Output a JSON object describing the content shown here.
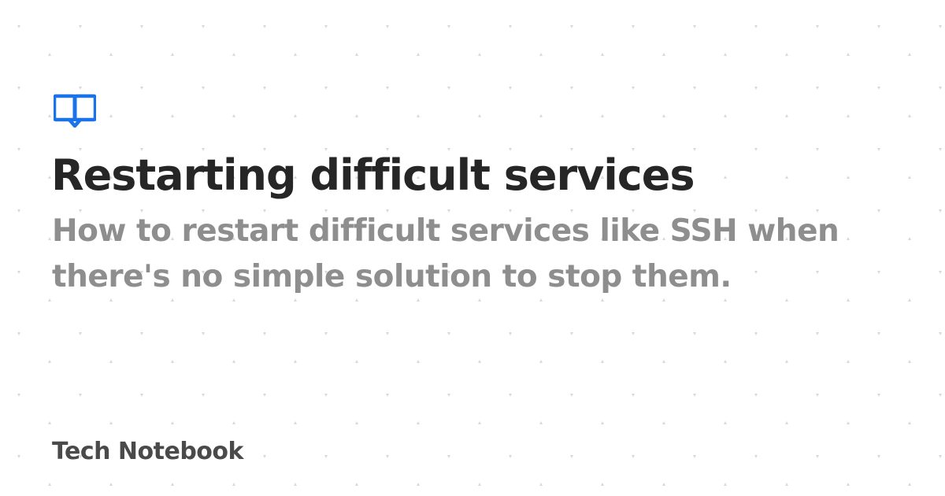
{
  "card": {
    "title": "Restarting difficult services",
    "subtitle": "How to restart difficult services like SSH when there's no simple solution to stop them.",
    "brand": "Tech Notebook",
    "logo_icon": "book-speech-bubble-icon"
  },
  "colors": {
    "accent": "#1a73e8",
    "title": "#262626",
    "subtitle": "#8e8e8e",
    "brand": "#4a4a4a",
    "background": "#ffffff",
    "pattern": "#d9d9d9"
  }
}
